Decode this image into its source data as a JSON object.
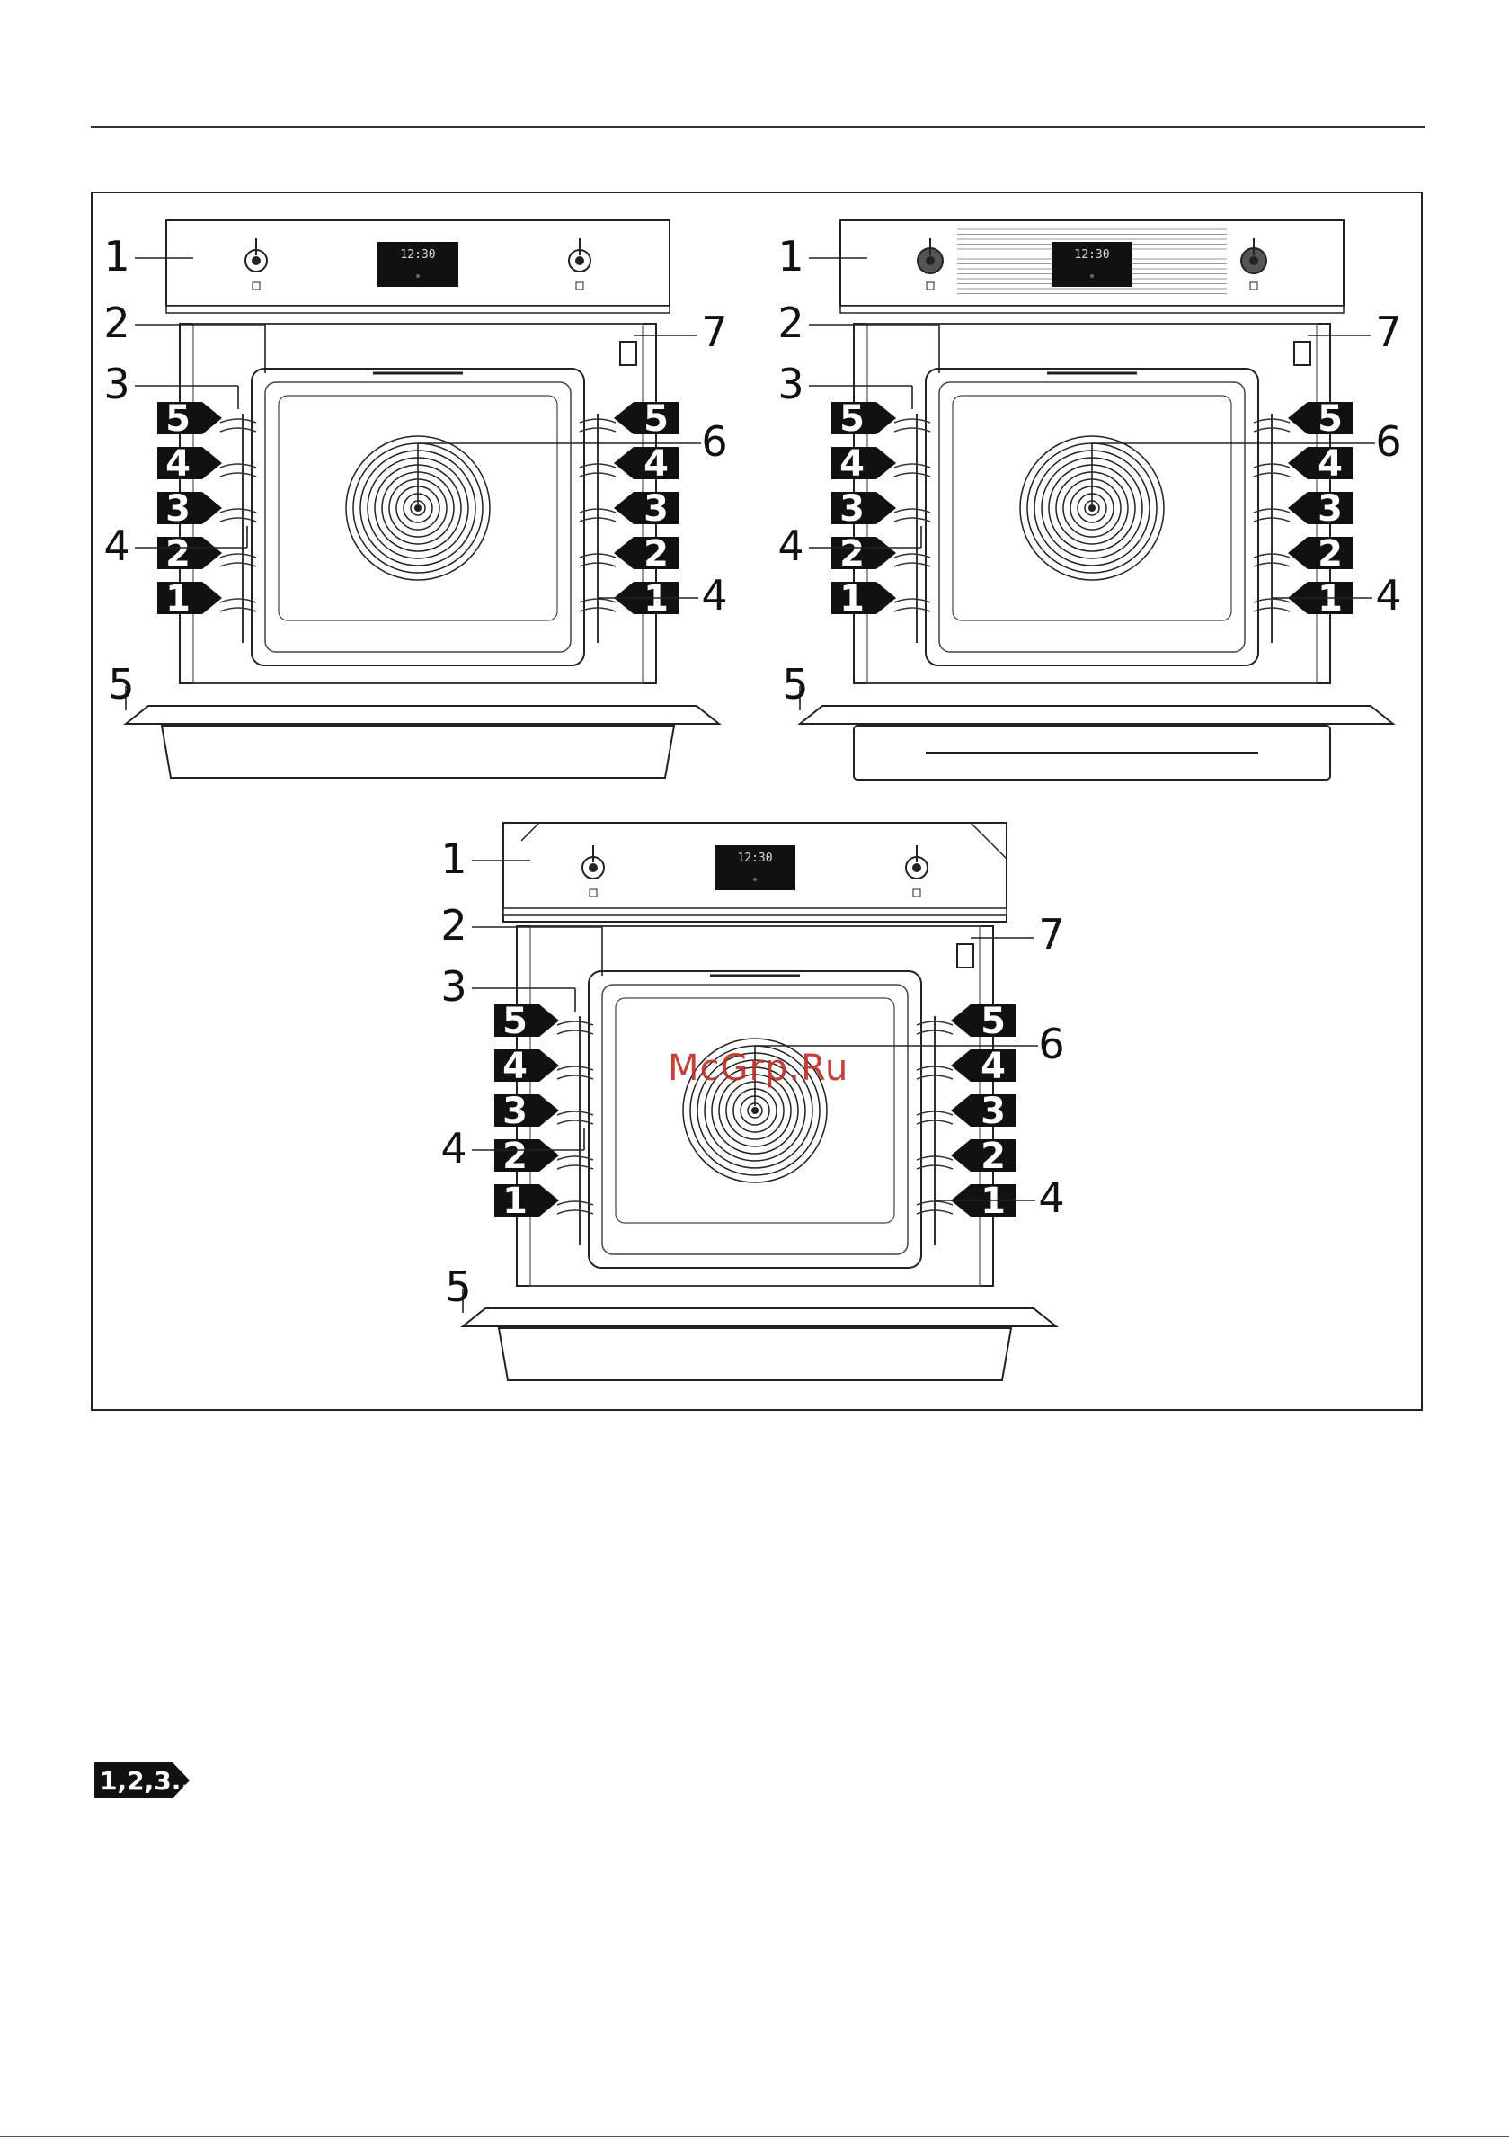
{
  "diagram": {
    "callouts": [
      "1",
      "2",
      "3",
      "4",
      "5",
      "6",
      "7"
    ],
    "shelf_levels": [
      "1",
      "2",
      "3",
      "4",
      "5"
    ],
    "clock_display": "12:30"
  },
  "watermark": "McGrp.Ru",
  "step_badge": "1,2,3..."
}
